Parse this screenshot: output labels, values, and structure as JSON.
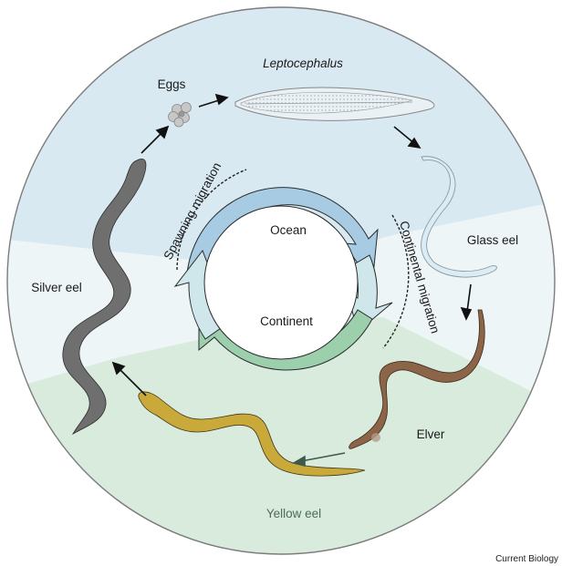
{
  "diagram": {
    "title": "Eel life cycle",
    "stages": [
      {
        "id": "eggs",
        "label": "Eggs"
      },
      {
        "id": "leptocephalus",
        "label": "Leptocephalus"
      },
      {
        "id": "glass-eel",
        "label": "Glass eel"
      },
      {
        "id": "elver",
        "label": "Elver"
      },
      {
        "id": "yellow-eel",
        "label": "Yellow eel"
      },
      {
        "id": "silver-eel",
        "label": "Silver eel"
      }
    ],
    "cycle": {
      "ocean_label": "Ocean",
      "continent_label": "Continent",
      "spawning_label": "Spawning migration",
      "continental_label": "Continental migration"
    },
    "colors": {
      "ocean_band": "#d9e9f2",
      "transition_band": "#eef5f6",
      "continent_band": "#d8ebdd",
      "ocean_arrow": "#a7cbe2",
      "transition_arrow": "#cfe6ea",
      "continent_arrow": "#9ccfac",
      "silver_eel": "#6f6f6f",
      "yellow_eel": "#c9a93a",
      "elver": "#8c6447",
      "glass_eel": "#dcecf5"
    },
    "credit": "Current Biology"
  }
}
